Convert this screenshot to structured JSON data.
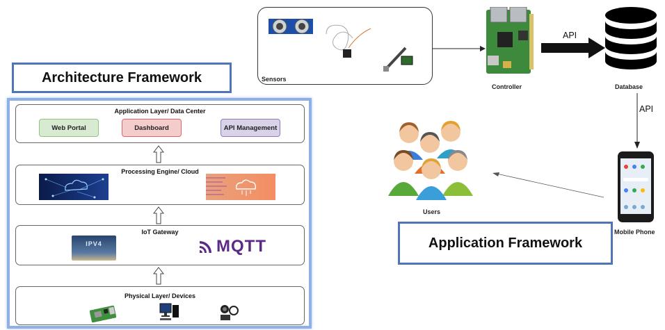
{
  "architecture": {
    "title": "Architecture Framework",
    "layers": {
      "application": {
        "title": "Application Layer/ Data Center",
        "items": [
          "Web Portal",
          "Dashboard",
          "API Management"
        ]
      },
      "processing": {
        "title": "Processing Engine/ Cloud"
      },
      "gateway": {
        "title": "IoT Gateway",
        "ipv4_text": "IPV4",
        "mqtt_text": "MQTT"
      },
      "physical": {
        "title": "Physical Layer/ Devices"
      }
    }
  },
  "application_framework": {
    "title": "Application Framework",
    "nodes": {
      "sensors": "Sensors",
      "controller": "Controller",
      "database": "Database",
      "mobile": "Mobile Phone",
      "users": "Users"
    },
    "edges": {
      "controller_database": "API",
      "database_mobile": "API"
    }
  },
  "colors": {
    "frame_border": "#4f74b8",
    "web_portal": "#d9ead3",
    "dashboard": "#f4cccc",
    "api_management": "#d9d2e9",
    "mqtt": "#5b2a86"
  }
}
